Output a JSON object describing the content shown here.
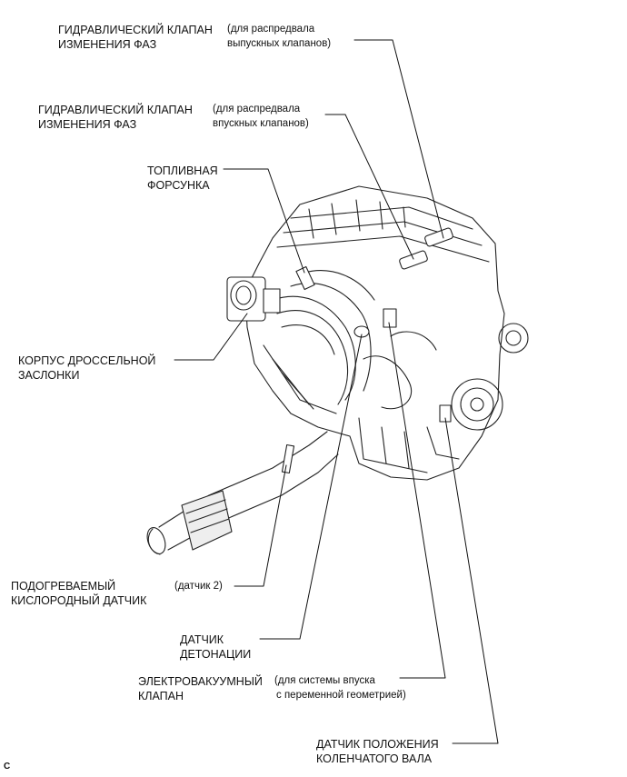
{
  "labels": {
    "vvt_exhaust": {
      "line1": "ГИДРАВЛИЧЕСКИЙ КЛАПАН",
      "line2": "ИЗМЕНЕНИЯ ФАЗ",
      "note1": "(для распредвала",
      "note2": "выпускных клапанов)"
    },
    "vvt_intake": {
      "line1": "ГИДРАВЛИЧЕСКИЙ КЛАПАН",
      "line2": "ИЗМЕНЕНИЯ ФАЗ",
      "note1": "(для распредвала",
      "note2": "впускных клапанов)"
    },
    "injector": {
      "line1": "ТОПЛИВНАЯ",
      "line2": "ФОРСУНКА"
    },
    "throttle": {
      "line1": "КОРПУС ДРОССЕЛЬНОЙ",
      "line2": "ЗАСЛОНКИ"
    },
    "o2_sensor": {
      "line1": "ПОДОГРЕВАЕМЫЙ",
      "line2": "КИСЛОРОДНЫЙ ДАТЧИК",
      "note": "(датчик 2)"
    },
    "knock": {
      "line1": "ДАТЧИК",
      "line2": "ДЕТОНАЦИИ"
    },
    "vsv": {
      "line1": "ЭЛЕКТРОВАКУУМНЫЙ",
      "line2": "КЛАПАН",
      "note1": "(для системы впуска",
      "note2": "с переменной геометрией)"
    },
    "crank": {
      "line1": "ДАТЧИК ПОЛОЖЕНИЯ",
      "line2": "КОЛЕНЧАТОГО ВАЛА"
    }
  },
  "corner_mark": "C"
}
